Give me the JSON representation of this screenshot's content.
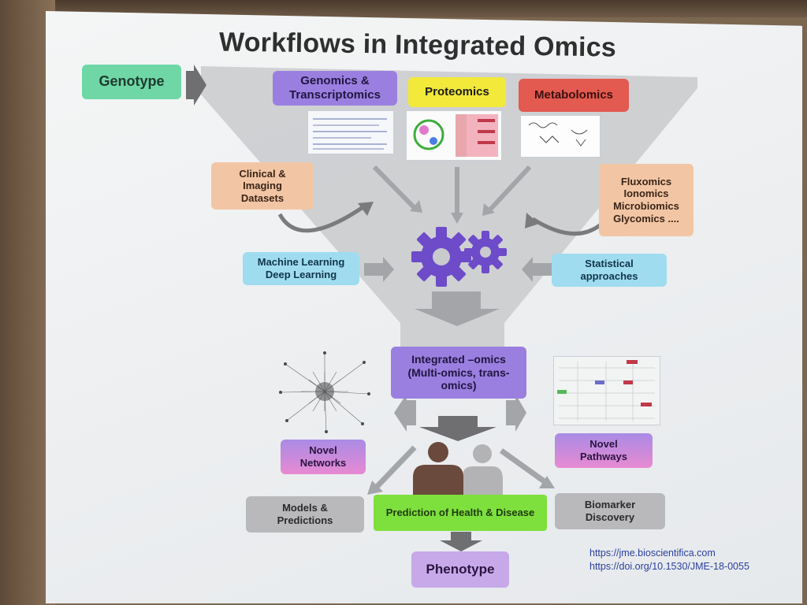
{
  "slide": {
    "title": "Workflows in Integrated Omics"
  },
  "inputs": {
    "genotype": "Genotype",
    "genomics": "Genomics & Transcriptomics",
    "proteomics": "Proteomics",
    "metabolomics": "Metabolomics",
    "clinical": "Clinical & Imaging Datasets",
    "other_omics": "Fluxomics Ionomics Microbiomics Glycomics ...."
  },
  "methods": {
    "ml": "Machine Learning Deep Learning",
    "stats": "Statistical approaches"
  },
  "outputs": {
    "integrated": "Integrated –omics (Multi-omics, trans-omics)",
    "networks": "Novel Networks",
    "pathways": "Novel Pathways",
    "models": "Models & Predictions",
    "prediction": "Prediction of Health & Disease",
    "biomarker": "Biomarker Discovery",
    "phenotype": "Phenotype"
  },
  "source": {
    "line1": "https://jme.bioscientifica.com",
    "line2": "https://doi.org/10.1530/JME-18-0055"
  },
  "colors": {
    "genotype": "#6fd7a6",
    "purple": "#9b7fe0",
    "proteomics": "#f2e93a",
    "metabolomics": "#e35a50",
    "peach": "#f2c6a4",
    "cyan": "#9fdcf0",
    "green": "#7ee03c",
    "gray": "#b9b9bb",
    "gear": "#6d4bc9",
    "person_brown": "#6a4a3c",
    "person_gray": "#b3b3b5"
  },
  "icons": [
    "gears-icon",
    "people-icon",
    "network-graph-icon",
    "pathway-map-icon",
    "arrow-icon"
  ]
}
